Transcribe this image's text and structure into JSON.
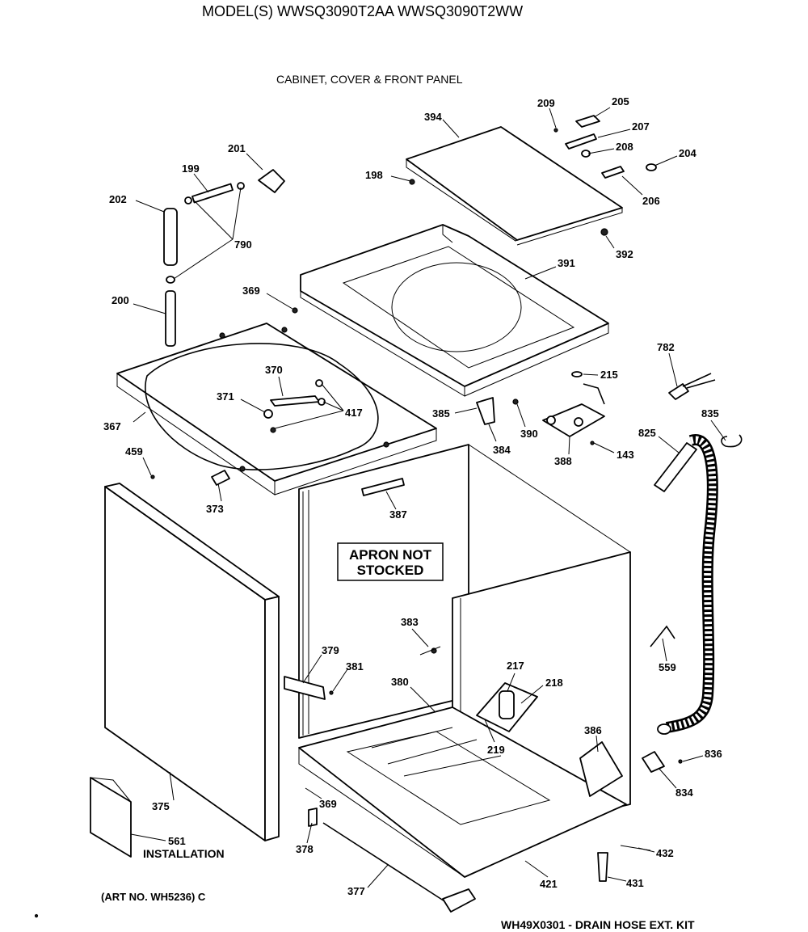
{
  "header": {
    "model_line": "MODEL(S) WWSQ3090T2AA  WWSQ3090T2WW",
    "section_title": "CABINET, COVER & FRONT PANEL"
  },
  "parts": {
    "p394": "394",
    "p209": "209",
    "p205": "205",
    "p207": "207",
    "p208": "208",
    "p204": "204",
    "p206": "206",
    "p198": "198",
    "p392": "392",
    "p391": "391",
    "p201": "201",
    "p199": "199",
    "p202": "202",
    "p790": "790",
    "p200": "200",
    "p369a": "369",
    "p370": "370",
    "p371": "371",
    "p417": "417",
    "p367": "367",
    "p459": "459",
    "p373": "373",
    "p385": "385",
    "p384": "384",
    "p390": "390",
    "p388": "388",
    "p143": "143",
    "p215": "215",
    "p782": "782",
    "p835": "835",
    "p825": "825",
    "p387": "387",
    "p383": "383",
    "p379": "379",
    "p381": "381",
    "p380": "380",
    "p217": "217",
    "p218": "218",
    "p219": "219",
    "p559": "559",
    "p386": "386",
    "p836": "836",
    "p834": "834",
    "p375": "375",
    "p561": "561",
    "p369b": "369",
    "p378": "378",
    "p432": "432",
    "p421": "421",
    "p431": "431",
    "p377": "377"
  },
  "annotations": {
    "apron_line1": "APRON NOT",
    "apron_line2": "STOCKED",
    "installation": "INSTALLATION",
    "art_no": "(ART NO. WH5236) C",
    "kit_note": "WH49X0301 - DRAIN HOSE EXT. KIT"
  }
}
